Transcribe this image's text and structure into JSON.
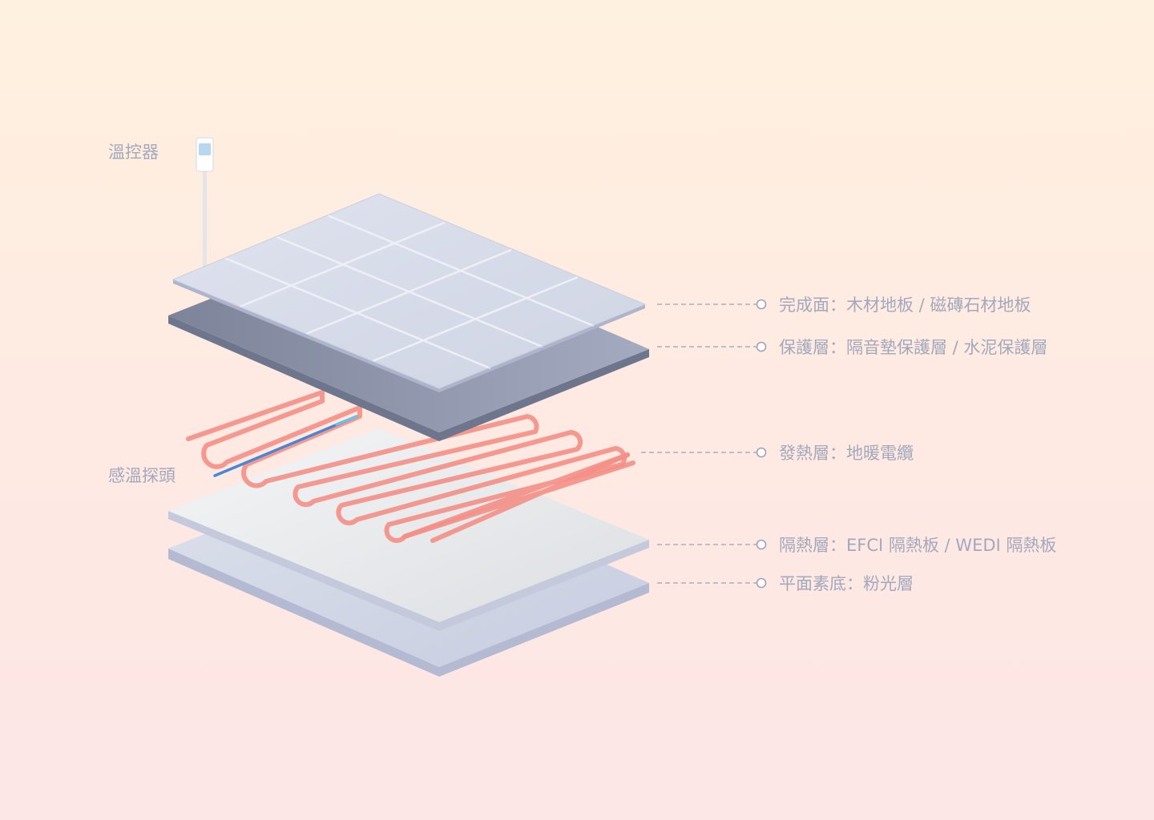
{
  "components": {
    "thermostat": {
      "label": "溫控器"
    },
    "sensor_probe": {
      "label": "感溫探頭"
    }
  },
  "layers": [
    {
      "id": "finish",
      "label": "完成面：木材地板 / 磁磚石材地板"
    },
    {
      "id": "protect",
      "label": "保護層：隔音墊保護層 / 水泥保護層"
    },
    {
      "id": "heating",
      "label": "發熱層：地暖電纜"
    },
    {
      "id": "insulation",
      "label": "隔熱層：EFCI 隔熱板 / WEDI 隔熱板"
    },
    {
      "id": "base",
      "label": "平面素底：粉光層"
    }
  ],
  "colors": {
    "cable": "#f48f86",
    "sensor_wire": "#4a86d6",
    "tile": "#d3d8e6",
    "protect_layer": "#818aa2",
    "insulation_layer": "#eceff1",
    "base_layer": "#cdd3e4"
  }
}
